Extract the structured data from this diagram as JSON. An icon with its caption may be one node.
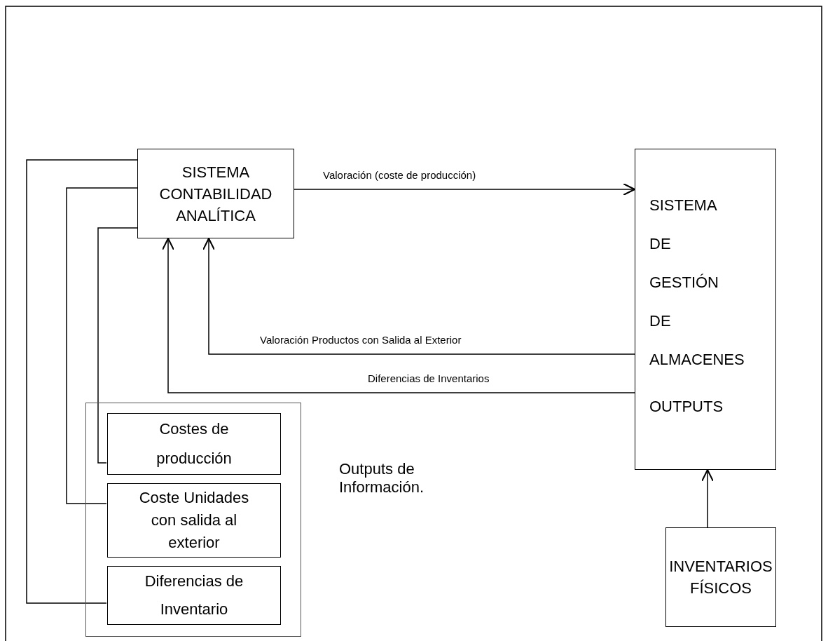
{
  "diagram": {
    "nodes": [
      {
        "text": [
          "SISTEMA CONTABILIDAD ANALÍTICA"
        ]
      },
      {
        "text": [
          "SISTEMA DE GESTIÓN DE ALMACENES",
          "OUTPUTS"
        ]
      },
      {
        "text": [],
        "shape": "box",
        "beside": [
          "Outputs de Información."
        ]
      },
      {
        "text": [
          "Costes de producción"
        ],
        "in": 2
      },
      {
        "text": [
          "Coste Unidades con salida al exterior"
        ],
        "in": 2
      },
      {
        "text": [
          "Diferencias de Inventario"
        ],
        "in": 2
      },
      {
        "text": [
          "INVENTARIOS FÍSICOS"
        ]
      }
    ],
    "edges": [
      {
        "from": 0,
        "to": 1,
        "arrow": "to",
        "label": "Valoración (coste de producción)"
      },
      {
        "from": 1,
        "to": 0,
        "arrow": "to",
        "label": "Valoración Productos con Salida al Exterior"
      },
      {
        "from": 1,
        "to": 0,
        "arrow": "to",
        "label": "Diferencias de Inventarios"
      },
      {
        "from": 6,
        "to": 1,
        "arrow": "to"
      },
      {
        "from": 3,
        "to": 0,
        "arrow": "none"
      },
      {
        "from": 4,
        "to": 0,
        "arrow": "none"
      },
      {
        "from": 5,
        "to": 0,
        "arrow": "none"
      }
    ]
  }
}
